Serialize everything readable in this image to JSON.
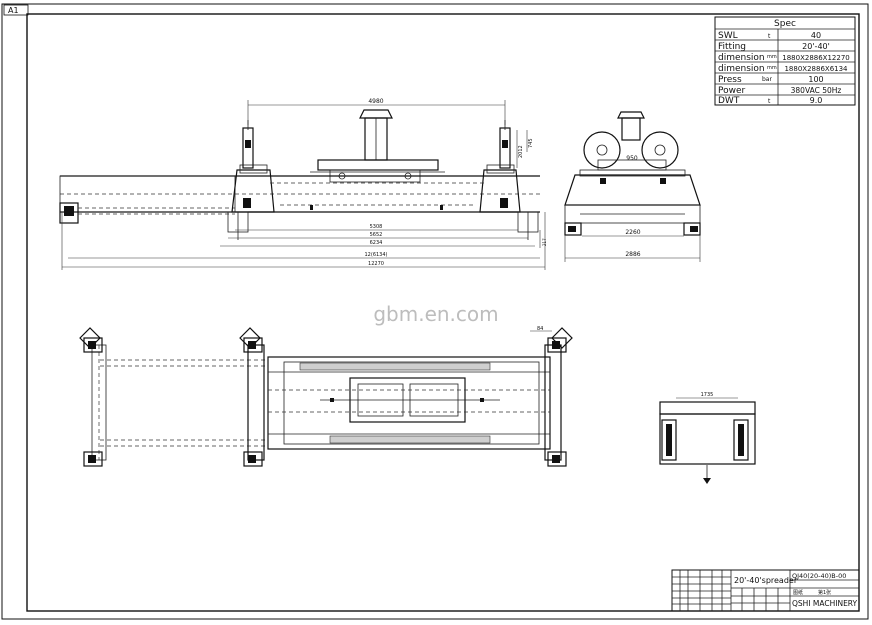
{
  "sheet": {
    "size_label": "A1"
  },
  "watermark": "gbm.en.com",
  "spec": {
    "title": "Spec",
    "rows": [
      {
        "name": "SWL",
        "unit": "t",
        "value": "40"
      },
      {
        "name": "Fitting",
        "unit": "",
        "value": "20'-40'"
      },
      {
        "name": "dimension",
        "unit": "mm",
        "value": "1880X2886X12270"
      },
      {
        "name": "dimension",
        "unit": "mm",
        "value": "1880X2886X6134"
      },
      {
        "name": "Press",
        "unit": "bar",
        "value": "100"
      },
      {
        "name": "Power",
        "unit": "",
        "value": "380VAC 50Hz"
      },
      {
        "name": "DWT",
        "unit": "t",
        "value": "9.0"
      }
    ]
  },
  "front_view": {
    "top_dim": "4980",
    "side_dims": [
      "2012",
      "745"
    ],
    "bottom_dims": [
      "5308",
      "5652",
      "6234",
      "12(6134)",
      "12270"
    ],
    "small_dim": "217"
  },
  "side_view": {
    "inner_dim": "950",
    "dims": [
      "2260",
      "2886"
    ]
  },
  "plan_view": {
    "corner_dim": "84"
  },
  "end_view": {
    "top_dim": "1735"
  },
  "title_block": {
    "drawing_title": "20'-40'spreader",
    "drawing_number": "QJ40(20-40)B-00",
    "company": "QSHI MACHINERY",
    "scale_label": "图纸",
    "sheet_label": "第1张"
  }
}
